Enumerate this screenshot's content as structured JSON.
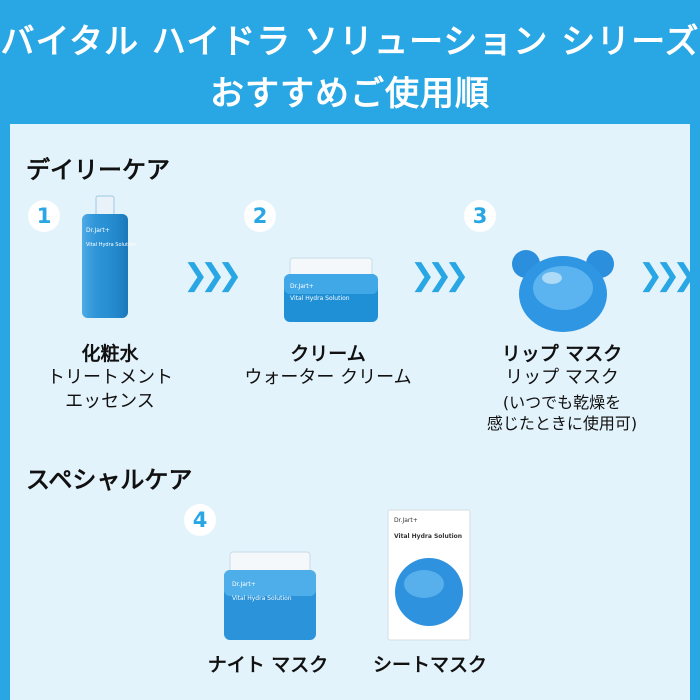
{
  "header": {
    "title_line1": "バイタル ハイドラ ソリューション シリーズ",
    "title_line2": "おすすめご使用順"
  },
  "daily": {
    "title": "デイリーケア",
    "steps": [
      {
        "num": "1",
        "name": "化粧水",
        "sub_line1": "トリートメント",
        "sub_line2": "エッセンス"
      },
      {
        "num": "2",
        "name": "クリーム",
        "sub_line1": "ウォーター クリーム"
      },
      {
        "num": "3",
        "name": "リップ マスク",
        "sub_line1": "リップ マスク",
        "note_line1": "(いつでも乾燥を",
        "note_line2": "感じたときに使用可)"
      }
    ]
  },
  "special": {
    "title": "スペシャルケア",
    "step_num": "4",
    "items": [
      {
        "name": "ナイト マスク"
      },
      {
        "name": "シートマスク"
      }
    ]
  },
  "product_labels": {
    "brand": "Dr.Jart+",
    "line_name": "Vital Hydra Solution"
  },
  "colors": {
    "brand_blue": "#29a6e4",
    "panel_bg": "#e3f3fb"
  }
}
